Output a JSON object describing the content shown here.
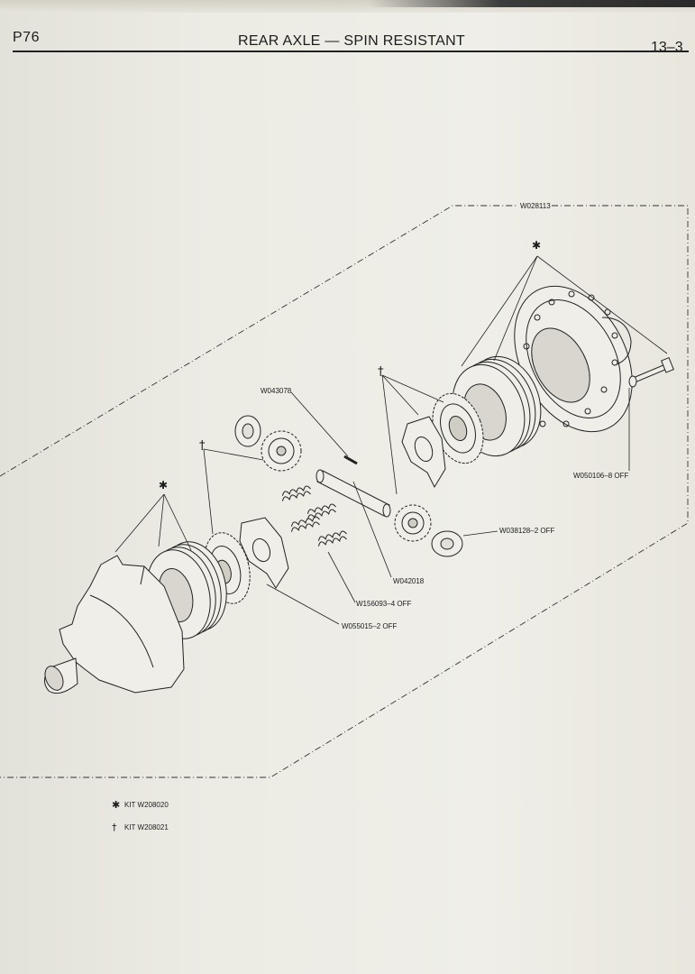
{
  "header": {
    "page_code": "P76",
    "title": "REAR AXLE — SPIN RESISTANT",
    "page_number": "13–3"
  },
  "callouts": {
    "case_assembly": "W028113",
    "pin": "W043078",
    "shaft": "W042018",
    "bolt": "W050106–8 OFF",
    "washer": "W038128–2 OFF",
    "springs": "W156093–4 OFF",
    "plates": "W055015–2 OFF"
  },
  "symbols": {
    "kit_a": "✱",
    "kit_b": "†"
  },
  "legend": [
    {
      "symbol": "✱",
      "text": "KIT W208020"
    },
    {
      "symbol": "†",
      "text": "KIT W208021"
    }
  ]
}
